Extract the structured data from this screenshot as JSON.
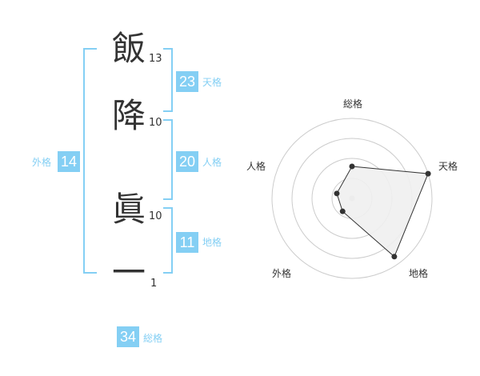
{
  "name": {
    "characters": [
      {
        "char": "飯",
        "strokes": "13"
      },
      {
        "char": "降",
        "strokes": "10"
      },
      {
        "char": "眞",
        "strokes": "10"
      },
      {
        "char": "一",
        "strokes": "1"
      }
    ]
  },
  "fortunes": {
    "tenkaku": {
      "value": "23",
      "label": "天格"
    },
    "jinkaku": {
      "value": "20",
      "label": "人格"
    },
    "chikaku": {
      "value": "11",
      "label": "地格"
    },
    "gaikaku": {
      "value": "14",
      "label": "外格"
    },
    "soukaku": {
      "value": "34",
      "label": "総格"
    }
  },
  "colors": {
    "accent": "#84cff4",
    "text": "#333333",
    "grid": "#cccccc"
  },
  "chart_data": {
    "type": "radar",
    "axes": [
      "総格",
      "天格",
      "地格",
      "外格",
      "人格"
    ],
    "values": [
      0.4,
      1.0,
      0.9,
      0.2,
      0.2
    ],
    "rings": 4,
    "fill": "#f0f0f0",
    "stroke": "#333333"
  }
}
